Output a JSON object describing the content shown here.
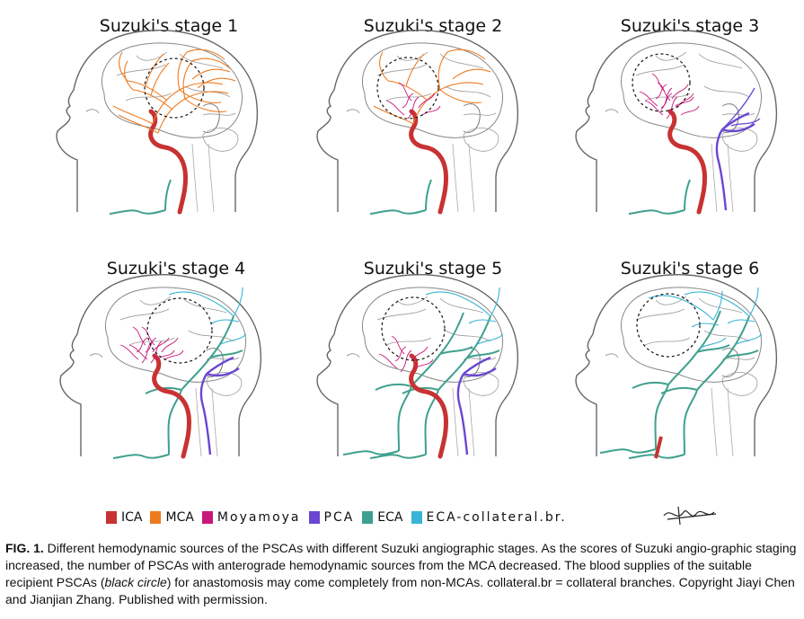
{
  "panels": [
    {
      "title": "Suzuki's stage 1"
    },
    {
      "title": "Suzuki's stage 2"
    },
    {
      "title": "Suzuki's stage 3"
    },
    {
      "title": "Suzuki's stage 4"
    },
    {
      "title": "Suzuki's stage 5"
    },
    {
      "title": "Suzuki's stage 6"
    }
  ],
  "legend": [
    {
      "label": "ICA",
      "color": "#c83232"
    },
    {
      "label": "MCA",
      "color": "#ee7a1e"
    },
    {
      "label": "Moyamoya",
      "color": "#c8197a"
    },
    {
      "label": "PCA",
      "color": "#6a46d2"
    },
    {
      "label": "ECA",
      "color": "#3fa08e"
    },
    {
      "label": "ECA-collateral.br.",
      "color": "#3ab4d4"
    }
  ],
  "caption": {
    "label": "FIG. 1.",
    "text1": " Different hemodynamic sources of the PSCAs with different Suzuki angiographic stages. As the scores of Suzuki angio-graphic staging increased, the number of PSCAs with anterograde hemodynamic sources from the MCA decreased. The blood supplies of the suitable recipient PSCAs (",
    "italic": "black circle",
    "text2": ") for anastomosis may come completely from non-MCAs. collateral.br = collateral branches. Copyright Jiayi Chen and Jianjian Zhang. Published with permission."
  },
  "colors": {
    "ica": "#c83232",
    "mca": "#ee7a1e",
    "moyamoya": "#c8197a",
    "pca": "#6a46d2",
    "eca": "#3fa08e",
    "collateral": "#3ab4d4",
    "outline": "#666666"
  }
}
